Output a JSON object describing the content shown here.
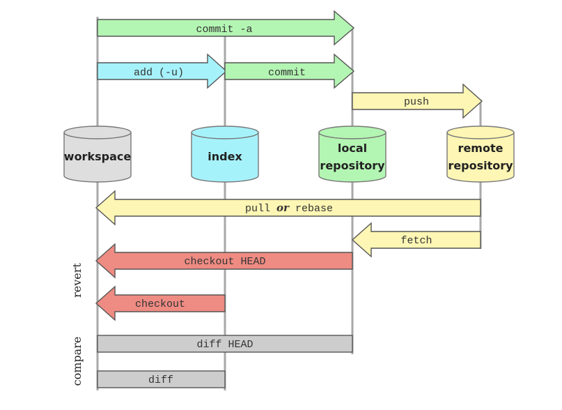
{
  "colors": {
    "green": "#b3f5b3",
    "cyan": "#a6f2fb",
    "yellow": "#fdf6b4",
    "red": "#ee8b82",
    "gray": "#cdcdcd",
    "workspace": "#dedede",
    "index": "#a6f2fb",
    "local": "#b3f5b3",
    "remote": "#fdf6b4"
  },
  "stages": {
    "workspace": "workspace",
    "index": "index",
    "local_line1": "local",
    "local_line2": "repository",
    "remote_line1": "remote",
    "remote_line2": "repository"
  },
  "arrows": {
    "commit_a": "commit -a",
    "add_u": "add (-u)",
    "commit": "commit",
    "push": "push",
    "pull_part1": "pull ",
    "pull_or": "or",
    "pull_part2": " rebase",
    "fetch": "fetch",
    "checkout_head": "checkout HEAD",
    "checkout": "checkout",
    "diff_head": "diff HEAD",
    "diff": "diff"
  },
  "side_labels": {
    "revert": "revert",
    "compare": "compare"
  }
}
